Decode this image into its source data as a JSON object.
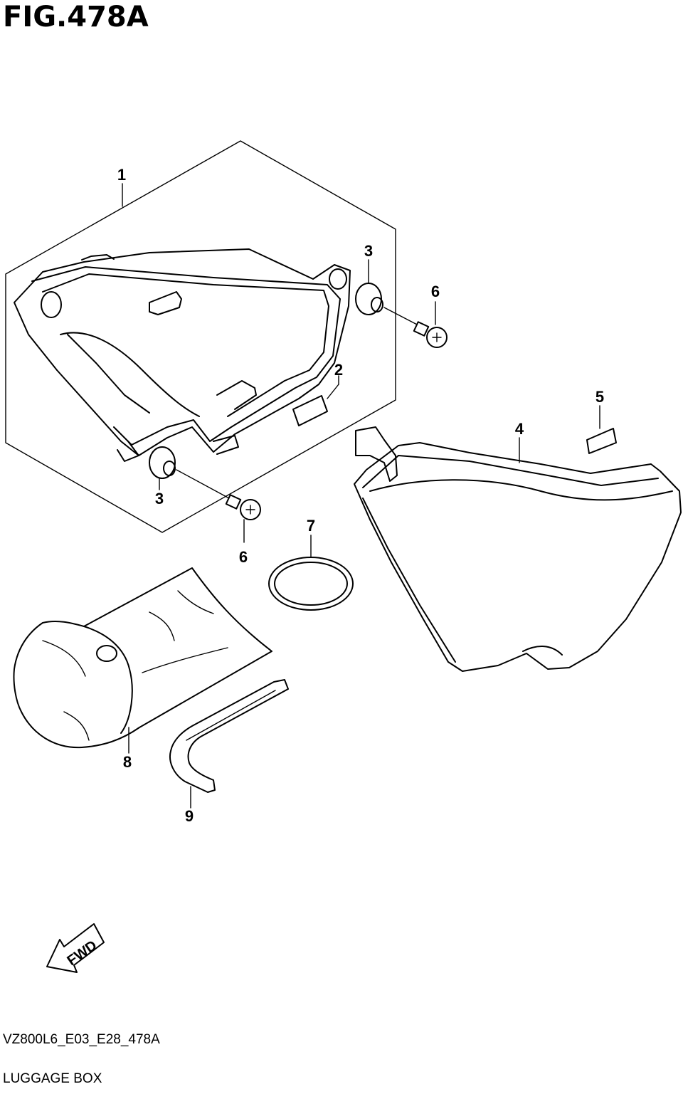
{
  "figure": {
    "title": "FIG.478A"
  },
  "callouts": {
    "c1": "1",
    "c2": "2",
    "c3a": "3",
    "c3b": "3",
    "c4": "4",
    "c5": "5",
    "c6a": "6",
    "c6b": "6",
    "c7": "7",
    "c8": "8",
    "c9": "9"
  },
  "fwd": {
    "label": "FWD"
  },
  "footer": {
    "code": "VZ800L6_E03_E28_478A",
    "name": "LUGGAGE BOX"
  }
}
